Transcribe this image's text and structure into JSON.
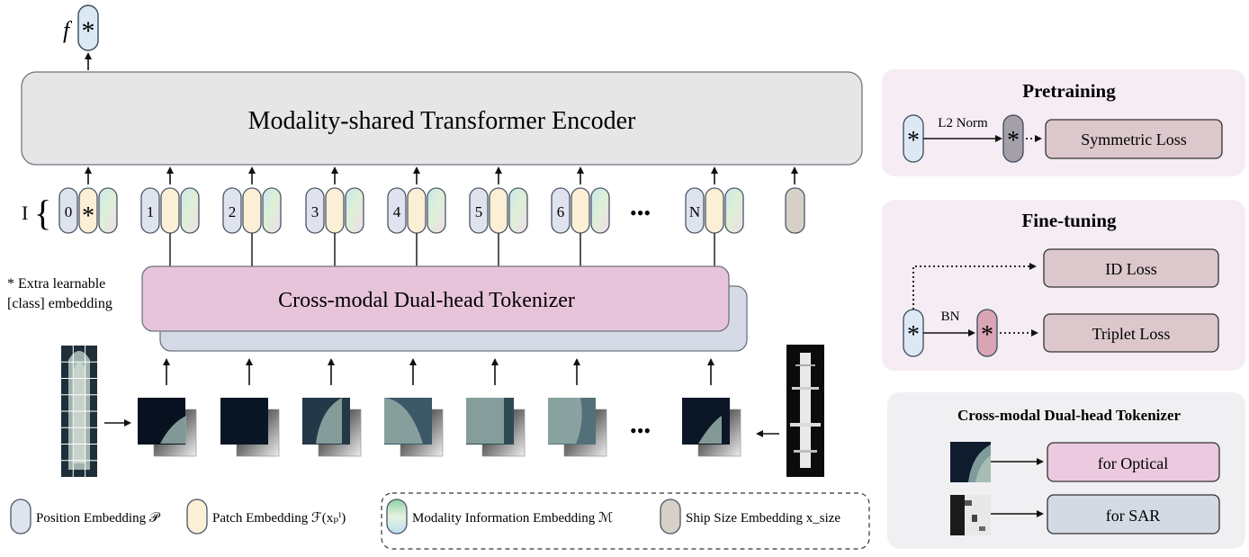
{
  "output": {
    "symbol": "f",
    "star": "*"
  },
  "encoder": {
    "label": "Modality-shared Transformer Encoder"
  },
  "tokens": {
    "input_label": "I",
    "indices": [
      "0",
      "1",
      "2",
      "3",
      "4",
      "5",
      "6",
      "N"
    ],
    "dots": "•••",
    "star": "*"
  },
  "extra_note": {
    "line1": "* Extra learnable",
    "line2": "[class] embedding"
  },
  "tokenizer": {
    "label": "Cross-modal Dual-head Tokenizer"
  },
  "patch_dots": "•••",
  "legend": {
    "position": "Position Embedding 𝒫",
    "patch": "Patch Embedding ℱ(xₚⁱ)",
    "modality": "Modality Information Embedding ℳ",
    "shipsize": "Ship Size Embedding x_size"
  },
  "pretraining": {
    "title": "Pretraining",
    "norm_label": "L2 Norm",
    "loss": "Symmetric Loss",
    "star": "*"
  },
  "finetuning": {
    "title": "Fine-tuning",
    "bn_label": "BN",
    "id_loss": "ID Loss",
    "triplet_loss": "Triplet Loss",
    "star": "*"
  },
  "cmdt_panel": {
    "title": "Cross-modal Dual-head Tokenizer",
    "optical": "for Optical",
    "sar": "for SAR"
  },
  "colors": {
    "position": "#dfe3ee",
    "patch": "#fbefd5",
    "shipsize": "#d7d0c6",
    "encoder": "#e6e6e6",
    "tokenizer_front": "#e7c4da",
    "tokenizer_back": "#d5dae6",
    "loss": "#dcc8cc",
    "optical": "#ebc9df",
    "sar": "#d3dae4",
    "panel_pink": "#f5ecf4",
    "panel_gray": "#f0f0f3"
  }
}
